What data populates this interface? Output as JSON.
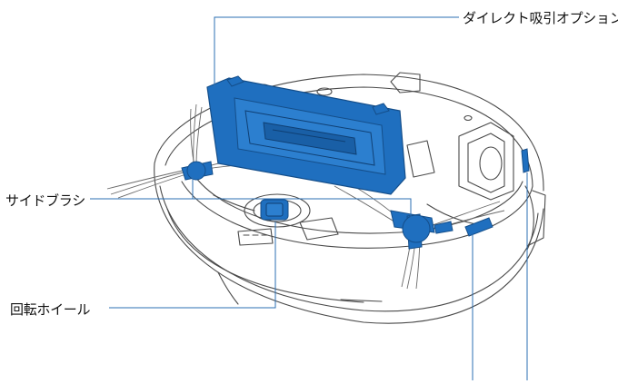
{
  "labels": {
    "direct_suction": "ダイレクト吸引オプション",
    "side_brush": "サイドブラシ",
    "omni_wheel": "回転ホイール"
  },
  "colors": {
    "accent": "#1f6fbf",
    "accent_dark": "#144e8a",
    "outline": "#4a4a4a",
    "leader": "#2b6fb3"
  }
}
